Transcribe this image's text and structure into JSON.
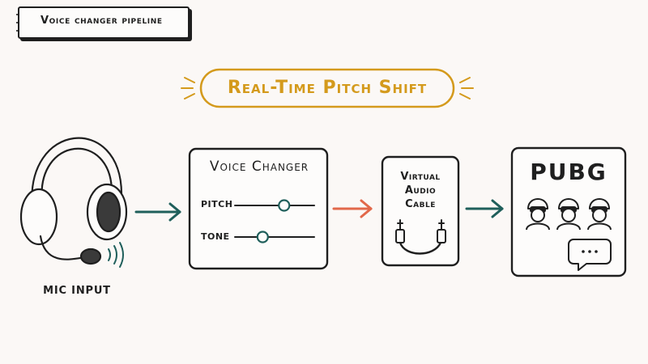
{
  "header": {
    "title": "Voice changer pipeline"
  },
  "banner": {
    "title": "Real-Time Pitch Shift"
  },
  "mic": {
    "label": "MIC INPUT"
  },
  "voice_changer": {
    "title": "Voice Changer",
    "sliders": [
      {
        "label": "PITCH",
        "level": 0.62
      },
      {
        "label": "TONE",
        "level": 0.35
      }
    ]
  },
  "virtual_cable": {
    "lines": [
      "Virtual",
      "Audio",
      "Cable"
    ]
  },
  "game": {
    "title": "PUBG"
  },
  "colors": {
    "ink": "#1f1f1f",
    "accent": "#d49a1c",
    "teal": "#1f5f5b",
    "arrow_hot": "#e2684a"
  }
}
